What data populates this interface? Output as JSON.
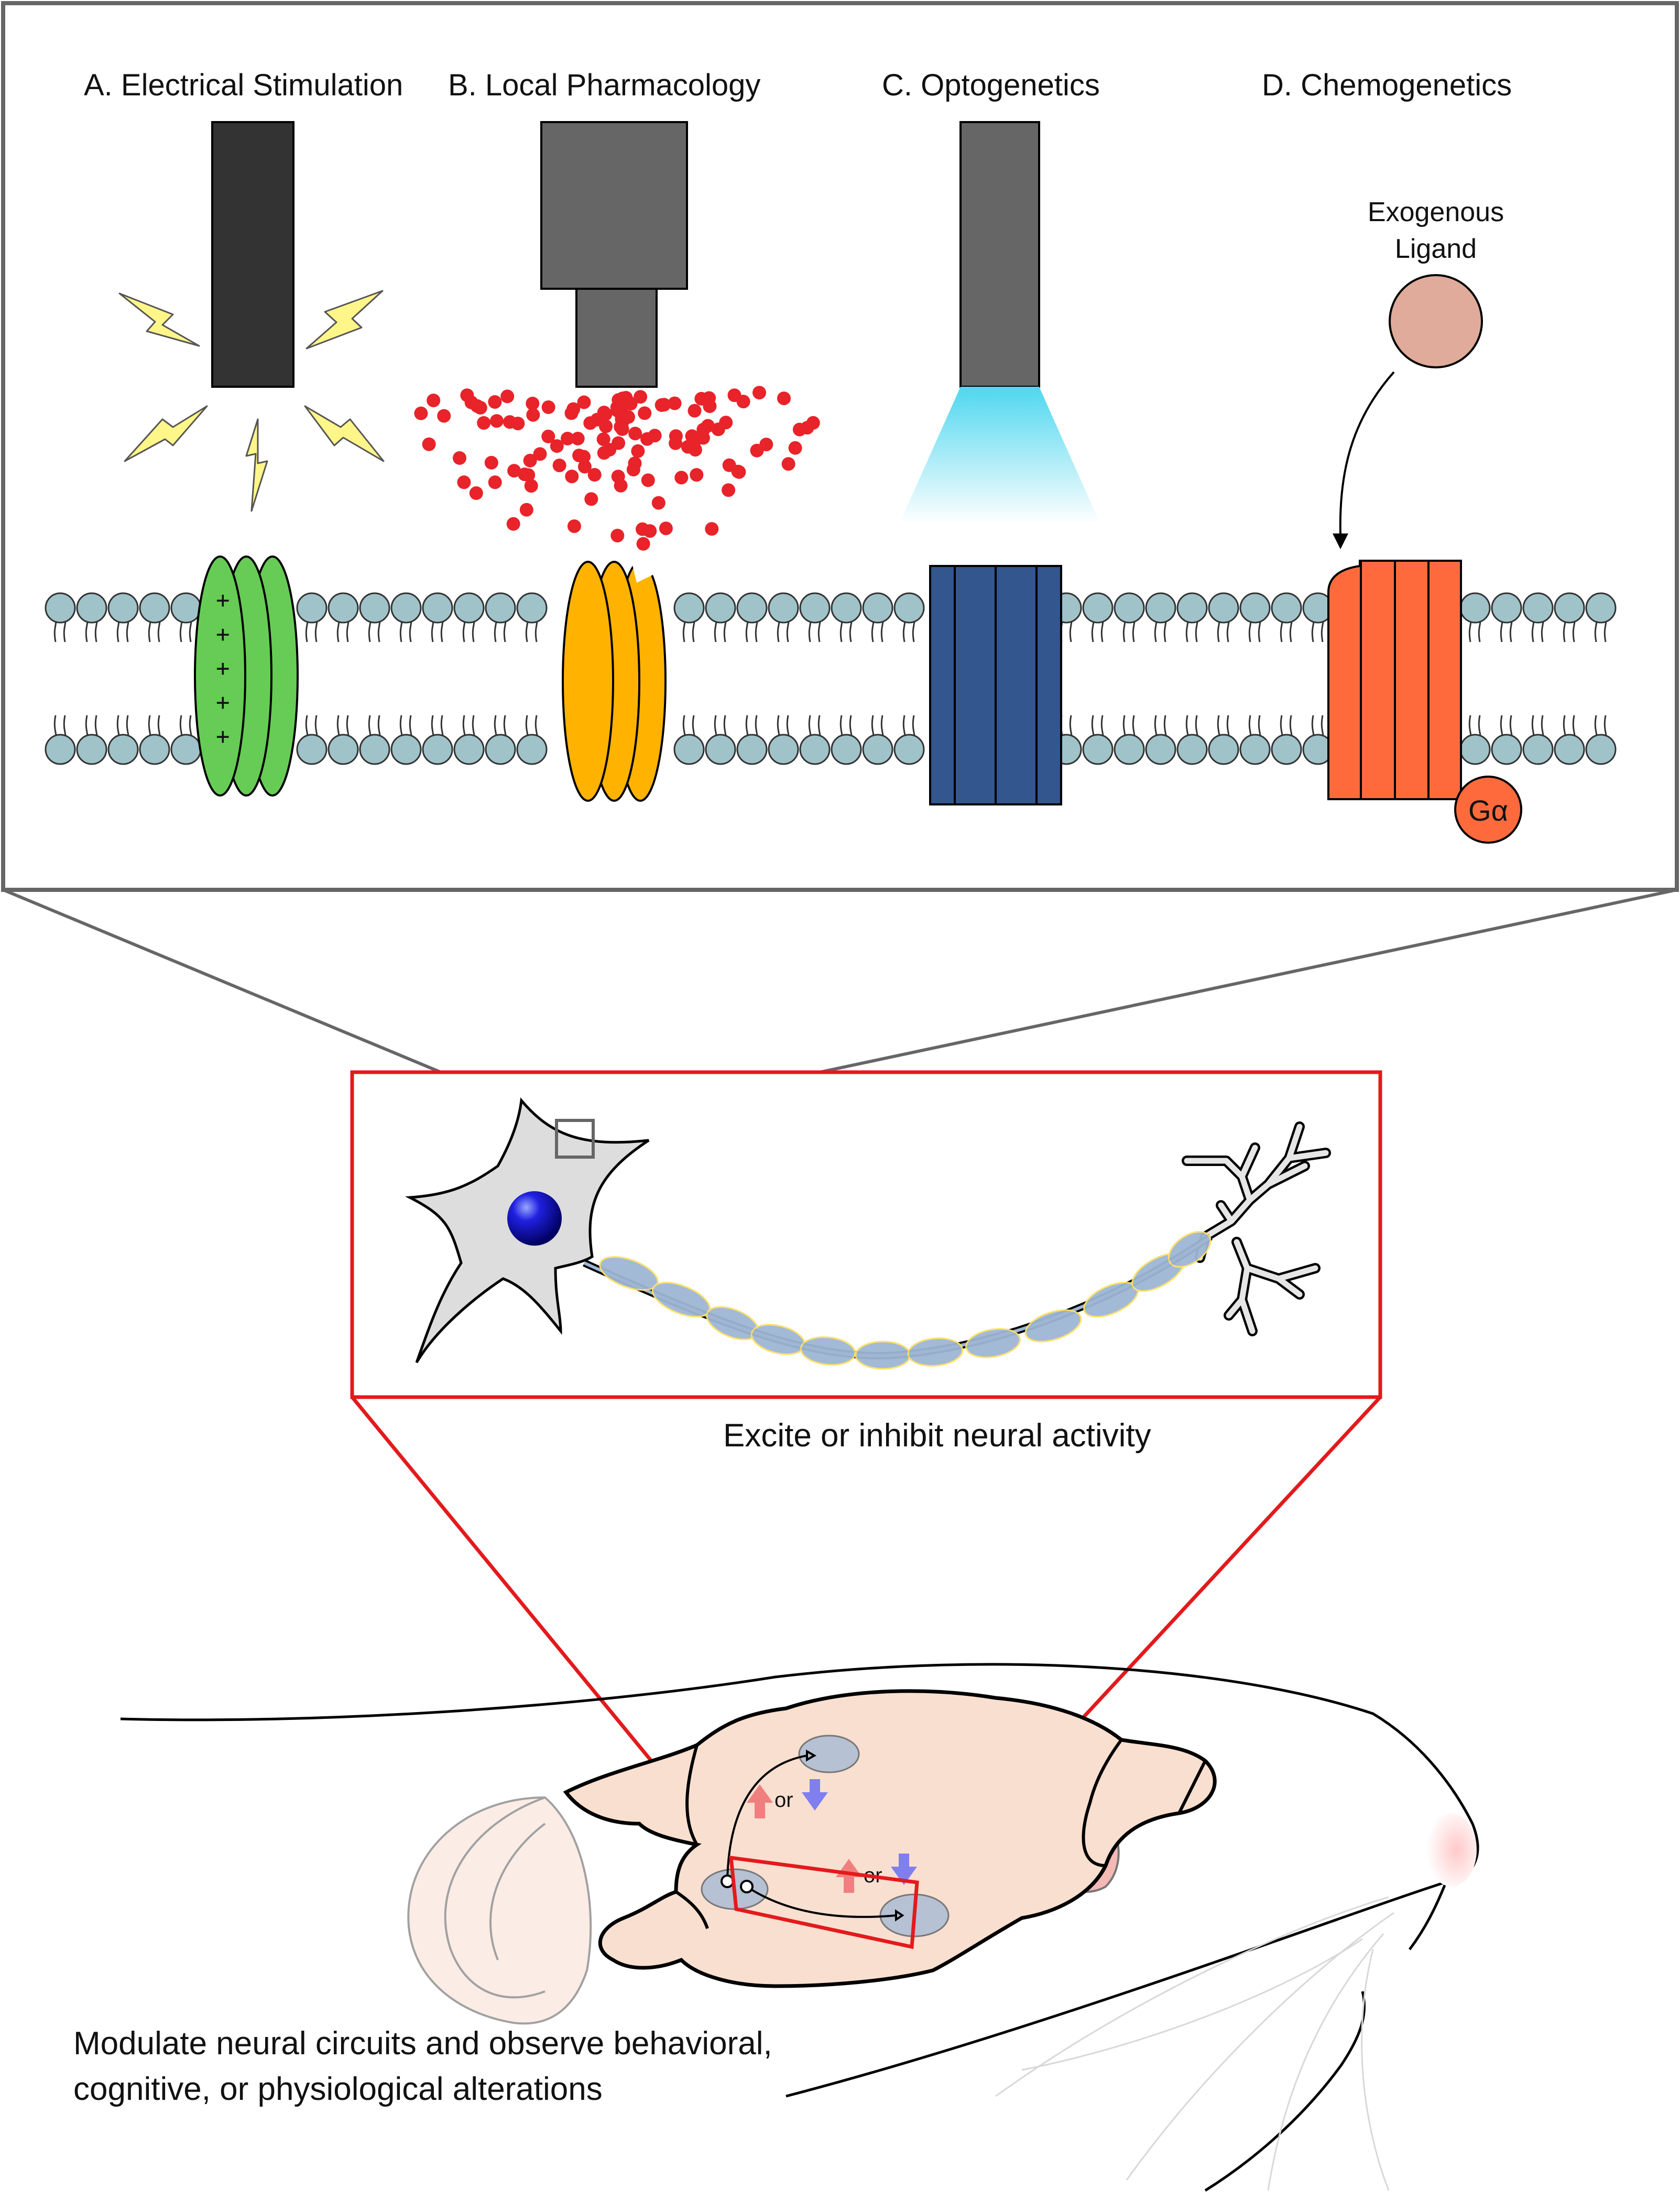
{
  "panel": {
    "methods": [
      {
        "label": "A. Electrical Stimulation"
      },
      {
        "label": "B. Local Pharmacology"
      },
      {
        "label": "C. Optogenetics"
      },
      {
        "label": "D. Chemogenetics"
      }
    ],
    "ligand_label_line1": "Exogenous",
    "ligand_label_line2": "Ligand",
    "g_protein_label": "Gα",
    "plus_sign": "+"
  },
  "neuron_caption": "Excite or inhibit neural activity",
  "brain": {
    "or_label": "or"
  },
  "footer": {
    "line1": "Modulate neural circuits and observe behavioral,",
    "line2": "cognitive, or physiological alterations"
  },
  "colors": {
    "frame_gray": "#666666",
    "zoom_red": "#e31a1c",
    "lipid_head": "#9fc3c9",
    "channel_green": "#66cc55",
    "channel_orange": "#ffb300",
    "opsin_blue": "#33568e",
    "dreadd_orange": "#ff6a3d",
    "drug_red": "#e8232a",
    "bolt_yellow": "#fff68a",
    "light_cyan": "#4fd7ef",
    "ligand_pink": "#e0ab9a",
    "myelin": "#9fb7d4",
    "nucleus": "#1010c8",
    "brain_fill": "#f9dfd0",
    "up_arrow": "#f08080",
    "down_arrow": "#7f7ff0"
  }
}
